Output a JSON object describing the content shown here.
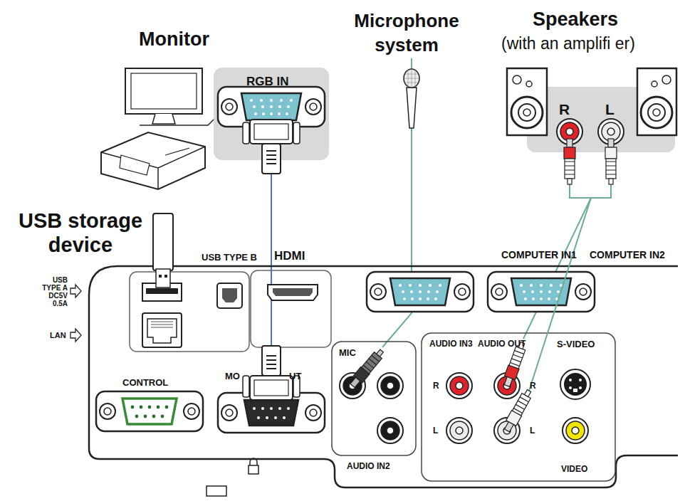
{
  "diagram": {
    "nodes": [
      {
        "text": [
          "Monitor",
          "RGB IN"
        ]
      },
      {
        "text": [
          "Microphone system"
        ]
      },
      {
        "text": [
          "Speakers",
          "(with an amplifi er)"
        ]
      },
      {
        "text": [
          "USB storage device"
        ]
      },
      {
        "text": [
          "MO",
          "UT"
        ]
      },
      {
        "text": [
          "MIC"
        ]
      },
      {
        "text": [
          "AUDIO OUT"
        ]
      }
    ],
    "edges": [
      {
        "from": 0,
        "to": 4,
        "arrow": "none"
      },
      {
        "from": 1,
        "to": 5,
        "arrow": "none"
      },
      {
        "from": 2,
        "to": 6,
        "arrow": "none"
      }
    ],
    "labels": [
      "R",
      "L",
      "USB TYPE B",
      "HDMI",
      "COMPUTER IN1",
      "COMPUTER IN2",
      "USB TYPE A DC5V 0.5A",
      "LAN",
      "AUDIO IN3",
      "S-VIDEO",
      "CONTROL",
      "R",
      "L",
      "R",
      "L",
      "AUDIO IN2",
      "VIDEO"
    ]
  }
}
